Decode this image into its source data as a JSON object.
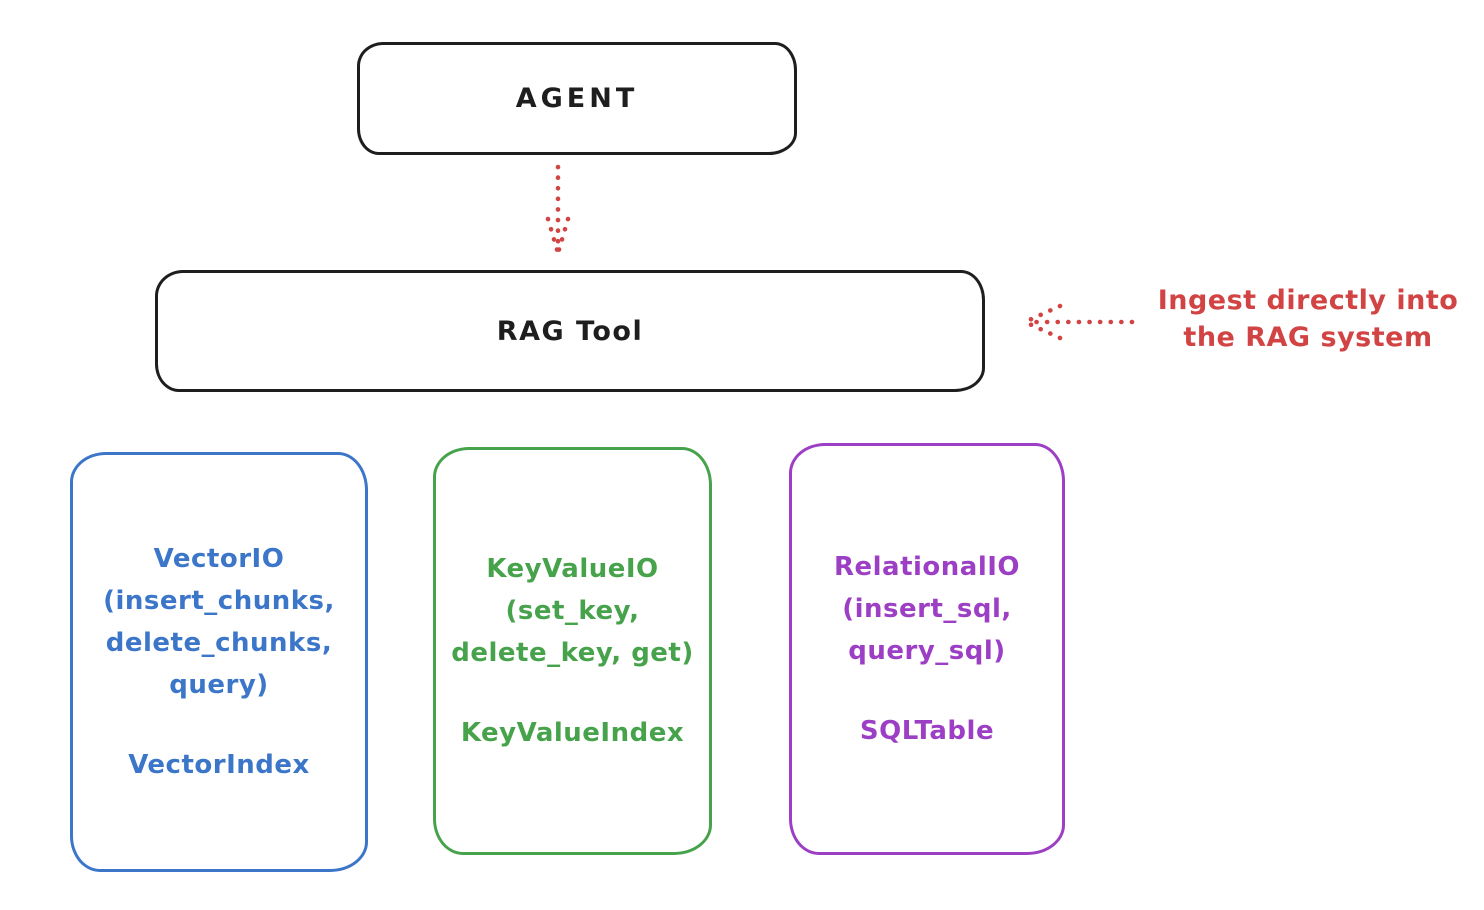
{
  "colors": {
    "ink": "#1e1e1e",
    "red": "#d24343",
    "blue": "#3b76c9",
    "green": "#47a34b",
    "purple": "#9c3fc4",
    "background": "#ffffff"
  },
  "agent": {
    "label": "AGENT"
  },
  "rag_tool": {
    "label": "RAG Tool"
  },
  "annotation": {
    "line1": "Ingest directly into",
    "line2": "the RAG system"
  },
  "backends": [
    {
      "name": "vector-io",
      "color": "#3b76c9",
      "lines": [
        "VectorIO",
        "(insert_chunks,",
        "delete_chunks,",
        "query)"
      ],
      "index": "VectorIndex"
    },
    {
      "name": "keyvalue-io",
      "color": "#47a34b",
      "lines": [
        "KeyValueIO",
        "(set_key,",
        "delete_key, get)"
      ],
      "index": "KeyValueIndex"
    },
    {
      "name": "relational-io",
      "color": "#9c3fc4",
      "lines": [
        "RelationalIO",
        "(insert_sql,",
        "query_sql)"
      ],
      "index": "SQLTable"
    }
  ]
}
